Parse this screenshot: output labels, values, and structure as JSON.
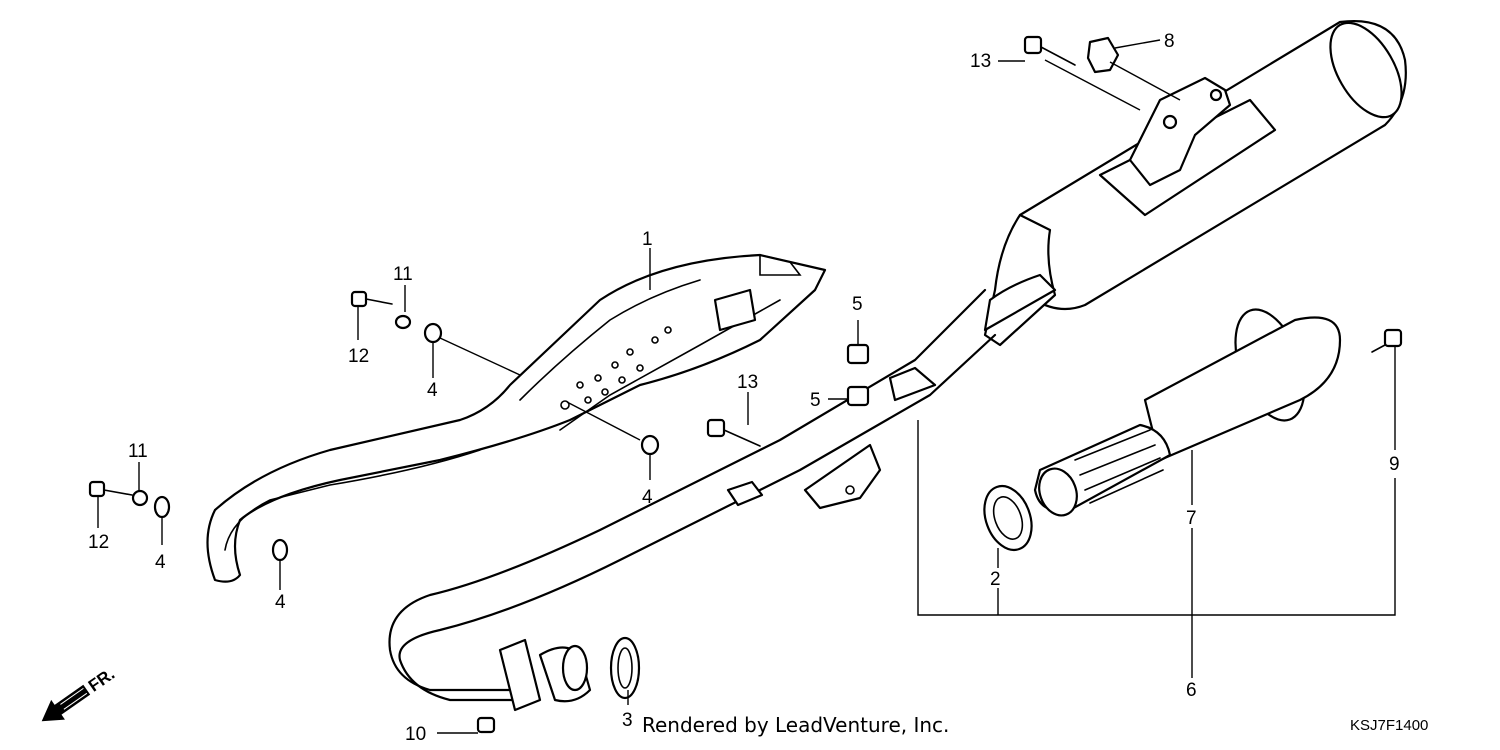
{
  "diagram": {
    "callouts": [
      "1",
      "2",
      "3",
      "4",
      "4",
      "4",
      "4",
      "5",
      "5",
      "6",
      "7",
      "8",
      "9",
      "10",
      "11",
      "11",
      "12",
      "12",
      "13",
      "13"
    ],
    "direction_label": "FR.",
    "footer_credit": "Rendered by LeadVenture, Inc.",
    "diagram_code": "KSJ7F1400"
  }
}
